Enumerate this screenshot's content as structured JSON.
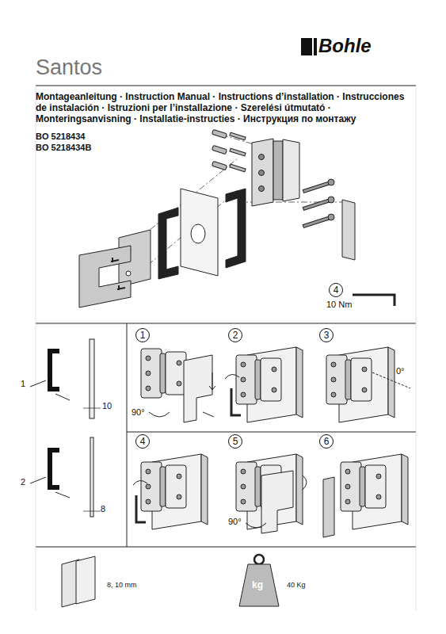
{
  "diagram": {
    "title": "Santos",
    "nodes": [
      {
        "text": [
          "4"
        ]
      },
      {
        "text": [
          "1"
        ]
      },
      {
        "text": [
          "2"
        ]
      },
      {
        "text": [
          "3"
        ]
      },
      {
        "text": [
          "4"
        ]
      },
      {
        "text": [
          "5"
        ]
      },
      {
        "text": [
          "6"
        ]
      }
    ],
    "labels": [
      "Bohle",
      "Montageanleitung · Instruction Manual · Instructions d’installation · Instrucciones de instalación · Istruzioni per l’installazione · Szerelési útmutató · Monteringsanvisning · Installatie-instructies · Инструкция по монтажу",
      "BO 5218434",
      "BO 5218434B",
      "10 Nm",
      "1",
      "10",
      "2",
      "8",
      "90°",
      "0°",
      "90°",
      "8, 10 mm",
      "kg",
      "40 Kg"
    ]
  }
}
